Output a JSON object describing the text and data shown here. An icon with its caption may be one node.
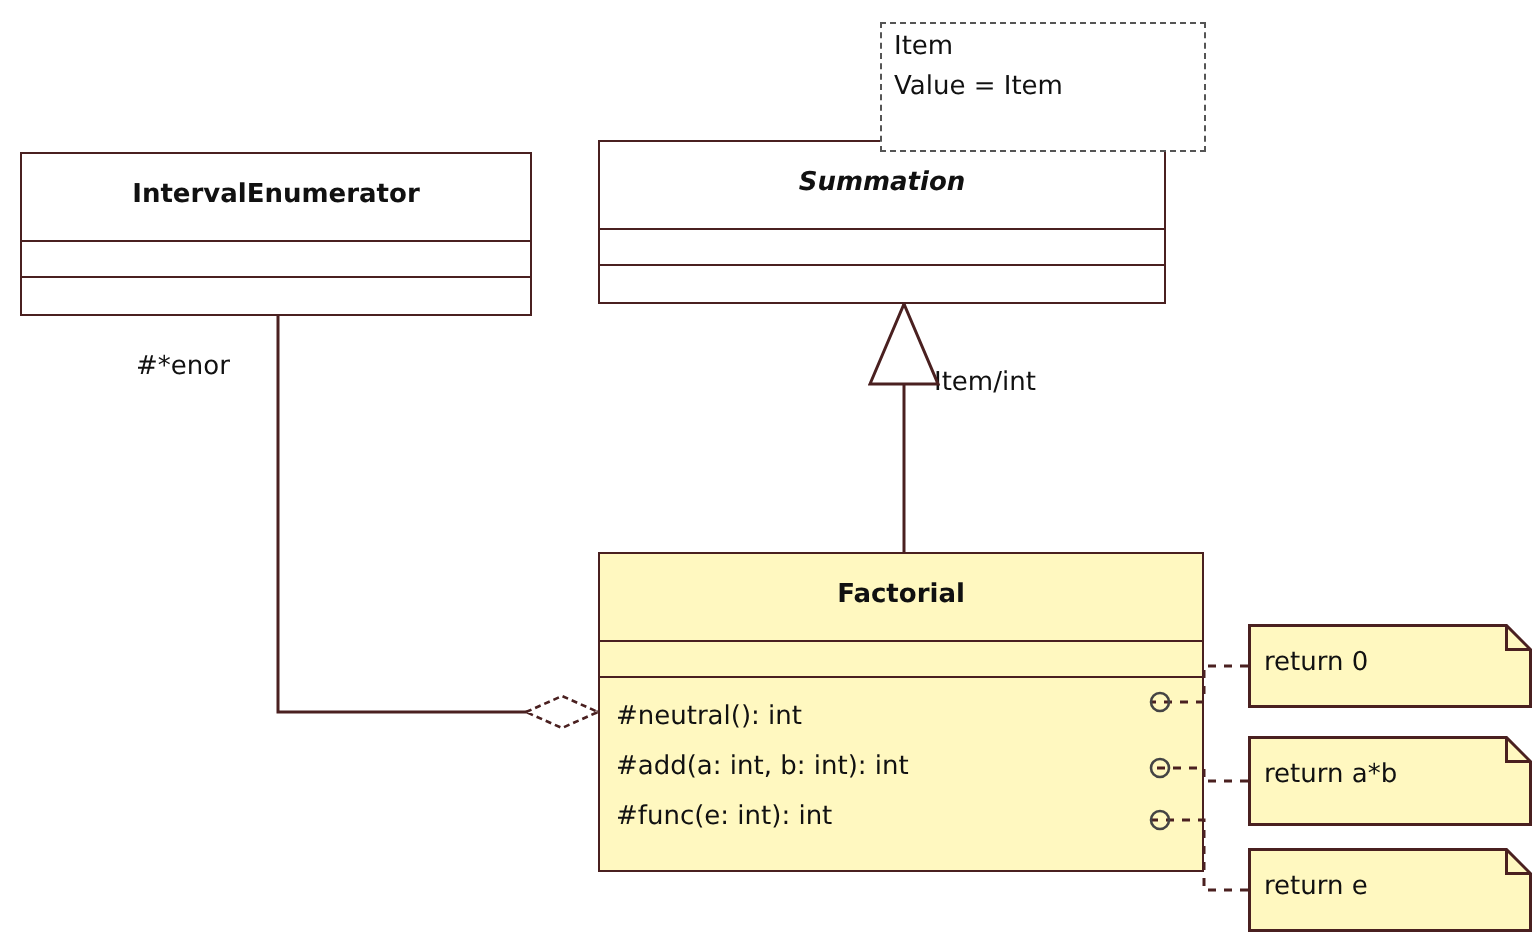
{
  "diagram": {
    "nodes": [
      {
        "text": [
          "IntervalEnumerator"
        ]
      },
      {
        "text": [
          "Summation"
        ]
      },
      {
        "text": [
          "Item",
          "Value = Item"
        ]
      },
      {
        "text": [
          "Factorial",
          "#neutral(): int",
          "#add(a: int, b: int): int",
          "#func(e: int): int"
        ]
      },
      {
        "text": [
          "return 0"
        ]
      },
      {
        "text": [
          "return a*b"
        ]
      },
      {
        "text": [
          "return e"
        ]
      }
    ],
    "edges": [
      {
        "from": 3,
        "to": 1,
        "arrow": "to",
        "label": "Item/int"
      },
      {
        "from": 0,
        "to": 3,
        "arrow": "other",
        "label": "#*enor"
      },
      {
        "from": 4,
        "to": 3,
        "arrow": "other",
        "style": "dashed"
      },
      {
        "from": 5,
        "to": 3,
        "arrow": "other",
        "style": "dashed"
      },
      {
        "from": 6,
        "to": 3,
        "arrow": "other",
        "style": "dashed"
      }
    ]
  }
}
